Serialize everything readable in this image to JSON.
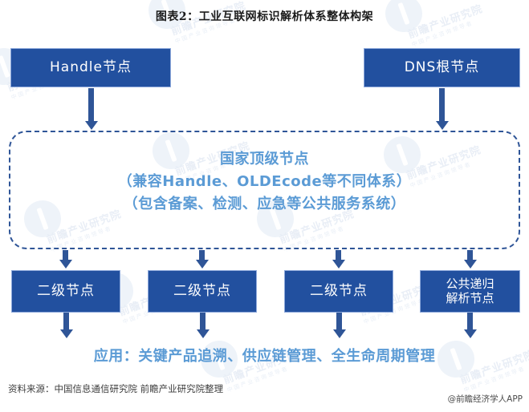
{
  "title": "图表2：工业互联网标识解析体系整体构架",
  "colors": {
    "box_fill": "#22509f",
    "box_border": "#8faadc",
    "arrow": "#2f5597",
    "dashed_border": "#2f5597",
    "accent_text": "#5b9bd5",
    "title_text": "#1a1a1a",
    "background": "#ffffff"
  },
  "diagram": {
    "type": "flowchart",
    "top_nodes": [
      {
        "label": "Handle节点"
      },
      {
        "label": "DNS根节点"
      }
    ],
    "national_node": {
      "line1": "国家顶级节点",
      "line2": "（兼容Handle、OLDEcode等不同体系）",
      "line3": "（包含备案、检测、应急等公共服务系统）"
    },
    "second_level_nodes": [
      {
        "label": "二级节点"
      },
      {
        "label": "二级节点"
      },
      {
        "label": "二级节点"
      },
      {
        "line1": "公共递归",
        "line2": "解析节点"
      }
    ],
    "application": "应用：关键产品追溯、供应链管理、全生命周期管理"
  },
  "footer": {
    "source": "资料来源：中国信息通信研究院 前瞻产业研究院整理",
    "attribution": "@前瞻经济学人APP"
  },
  "watermark": {
    "main": "前瞻产业研究院",
    "sub": "中国产业咨询领导者"
  }
}
